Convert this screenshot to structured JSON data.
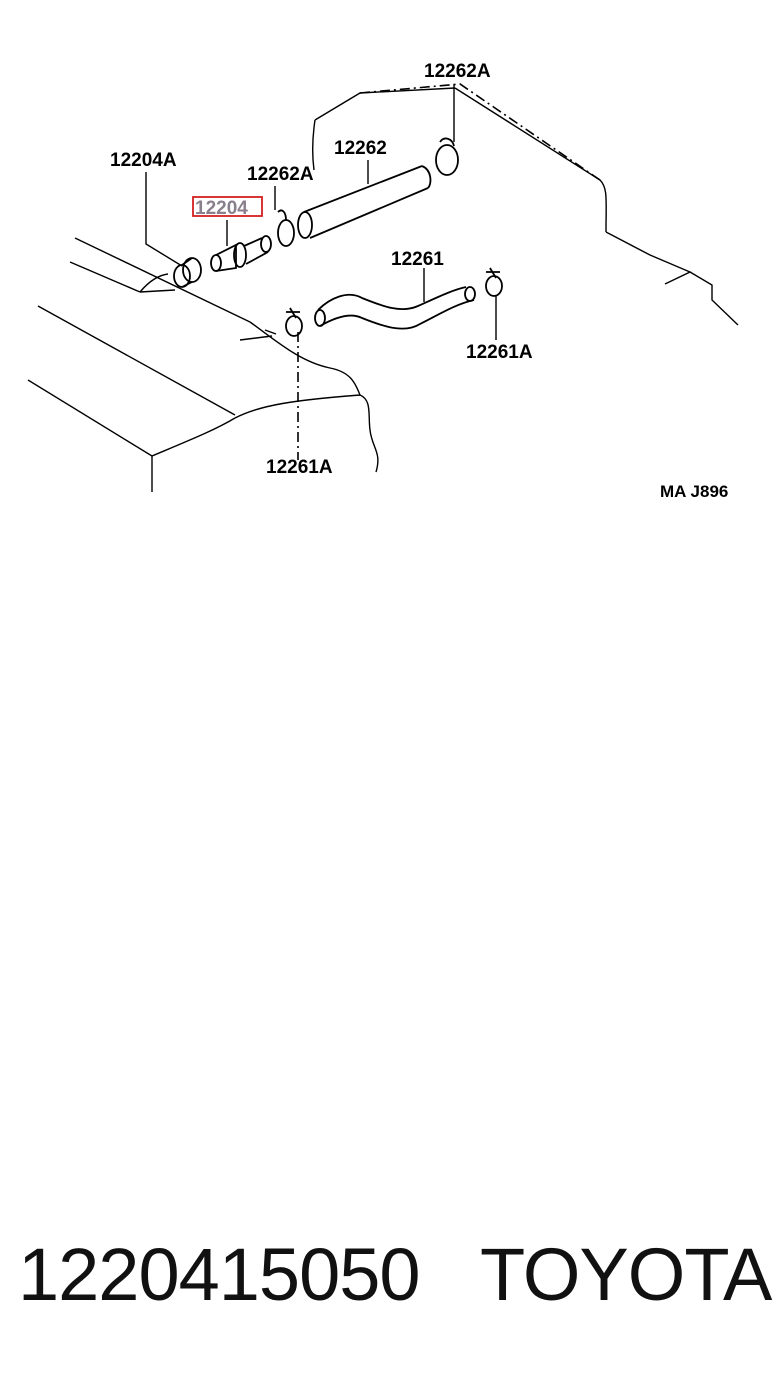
{
  "diagram": {
    "labels": {
      "l_12262A_top": "12262A",
      "l_12204A": "12204A",
      "l_12262A_mid": "12262A",
      "l_12262": "12262",
      "l_12204": "12204",
      "l_12261": "12261",
      "l_12261A_right": "12261A",
      "l_12261A_bottom": "12261A"
    },
    "code": "MA J896",
    "highlight_color": "#d42020"
  },
  "footer": {
    "part_number": "1220415050",
    "brand": "TOYOTA"
  }
}
